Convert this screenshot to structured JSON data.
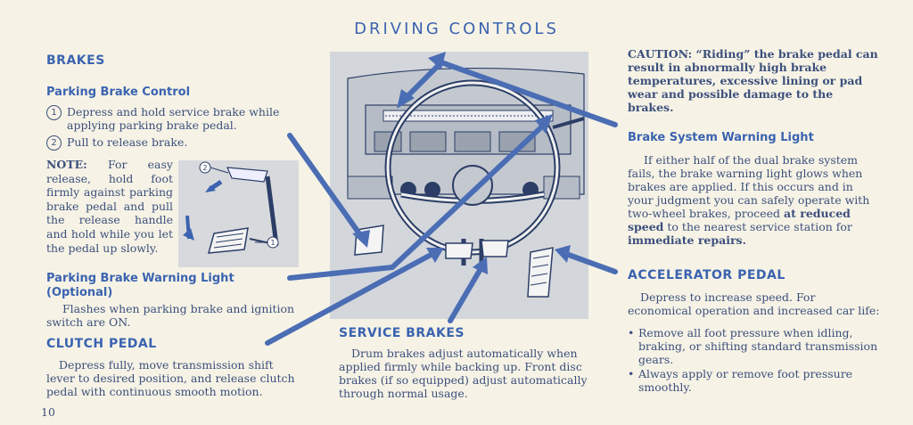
{
  "page": {
    "title": "DRIVING CONTROLS",
    "page_number": "10"
  },
  "brakes": {
    "heading": "BRAKES",
    "parking_brake_control": {
      "heading": "Parking Brake Control",
      "steps": [
        {
          "num": "1",
          "text": "Depress and hold service brake while applying parking brake pedal."
        },
        {
          "num": "2",
          "text": "Pull to release brake."
        }
      ],
      "note_label": "NOTE:",
      "note_text": "For easy release, hold foot firmly against parking brake pedal and pull the release handle and hold while you let the pedal up slowly."
    },
    "inset_labels": {
      "label1": "1",
      "label2": "2"
    },
    "parking_brake_warning": {
      "heading": "Parking Brake Warning Light (Optional)",
      "text": "Flashes when parking brake and ignition switch are ON."
    }
  },
  "clutch": {
    "heading": "CLUTCH PEDAL",
    "text": "Depress fully, move transmission shift lever to desired position, and release clutch pedal with continuous smooth motion."
  },
  "service_brakes": {
    "heading": "SERVICE BRAKES",
    "text": "Drum brakes adjust automatically when applied firmly while backing up. Front disc brakes (if so equipped) adjust automatically through normal usage."
  },
  "caution": {
    "label": "CAUTION:",
    "text": "“Riding” the brake pedal can result in abnormally high brake temperatures, excessive lining or pad wear and possible damage to the brakes."
  },
  "brake_system_warning": {
    "heading": "Brake System Warning Light",
    "text_a": "If either half of the dual brake system fails, the brake warning light glows when brakes are applied. If this occurs and in your judgment you can safely operate with two-wheel brakes, proceed ",
    "bold_1": "at reduced speed",
    "text_b": " to the nearest service station for ",
    "bold_2": "immediate repairs."
  },
  "accelerator": {
    "heading": "ACCELERATOR PEDAL",
    "text": "Depress to increase speed. For economical operation and increased car life:",
    "bullets": [
      "Remove all foot pressure when idling, braking, or shifting standard transmission gears.",
      "Always apply or remove foot pressure smoothly."
    ]
  },
  "colors": {
    "ink": "#3c4f7c",
    "heading": "#3b63b0",
    "arrow": "#4a6db4",
    "paper": "#f6f3e6"
  }
}
